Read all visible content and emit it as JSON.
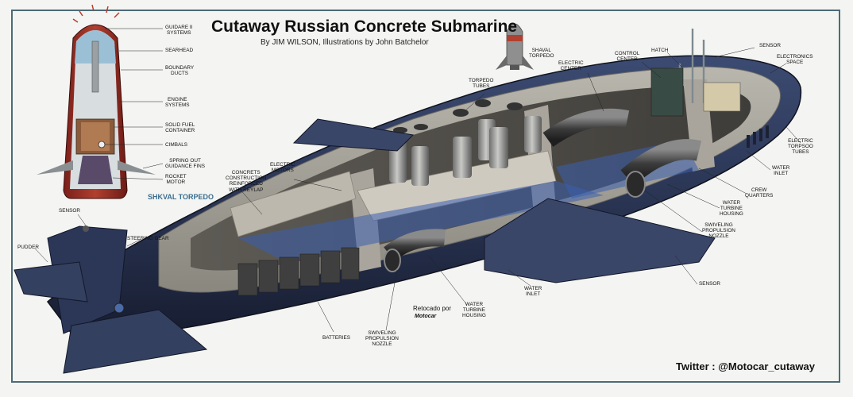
{
  "title": "Cutaway Russian Concrete Submarine",
  "byline": "By JIM WILSON, Illustrations by John Batchelor",
  "torpedo_inset": {
    "title": "SHKVAL TORPEDO",
    "labels": [
      "GUIDARE II\nSYSTEMS",
      "SEARHEAD",
      "BOUNDARY\nDUCTS",
      "ENGINE\nSYSTEMS",
      "SOLID FUEL\nCONTAINER",
      "CIMBALS",
      "SPRING OUT\nGUIDANCE FINS",
      "ROCKET\nMOTOR"
    ]
  },
  "labels": {
    "shaval_torpedo": "SHAVAL\nTORPEDO",
    "torpedo_tubes": "TORPEDO\nTUBES",
    "electric_center": "ELECTRIC\nCENTER",
    "control_center": "CONTROL\nCENTER",
    "hatch": "HATCH",
    "sensor_top": "SENSOR",
    "electronics_space": "ELECTRONICS\nSPACE",
    "electric_torpedo_tubes": "ELECTRIC\nTORPSOO\nTUBES",
    "water_inlet_right": "WATER\nINLET",
    "crew_quarters": "CREW\nQUARTERS",
    "water_turbine_housing_right": "WATER\nTURBINE\nHOUSING",
    "swiveling_nozzle_right": "SWIVELING\nPROPULSION\nNOZZLE",
    "sensor_bottom": "SENSOR",
    "water_inlet_bottom": "WATER\nINLET",
    "water_turbine_housing_bottom": "WATER\nTURBINE\nHOUSING",
    "swiveling_nozzle_bottom": "SWIVELING\nPROPULSION\nNOZZLE",
    "batteries": "BATTERIES",
    "electric_motors": "ELECTRIC\nMOTORS",
    "concrete_construction": "CONCRETS\nCONSTRUCTION\nREINFORCED\nWITH REYLAP",
    "sensor_left": "SENSOR",
    "steering_gear": "STEERING GEAR",
    "rudder": "PUDDER"
  },
  "credit": {
    "retocado": "Retocado por",
    "logo": "Motocar"
  },
  "twitter": "Twitter : @Motocar_cutaway"
}
